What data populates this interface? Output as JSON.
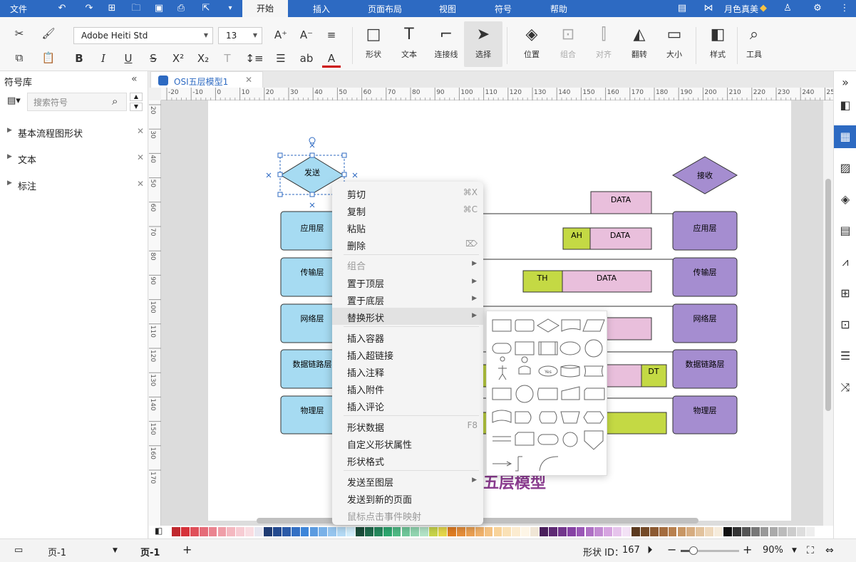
{
  "menu_bar": {
    "file": "文件",
    "tabs": [
      {
        "label": "开始",
        "active": true
      },
      {
        "label": "插入",
        "active": false
      },
      {
        "label": "页面布局",
        "active": false
      },
      {
        "label": "视图",
        "active": false
      },
      {
        "label": "符号",
        "active": false
      },
      {
        "label": "帮助",
        "active": false
      }
    ],
    "user_name": "月色真美"
  },
  "ribbon": {
    "font_name": "Adobe Heiti Std",
    "font_size": "13",
    "tools": {
      "shape": "形状",
      "text": "文本",
      "connector": "连接线",
      "select": "选择",
      "position": "位置",
      "group": "组合",
      "align": "对齐",
      "flip": "翻转",
      "size": "大小",
      "style": "样式",
      "tools": "工具"
    }
  },
  "left_panel": {
    "title": "符号库",
    "search_placeholder": "搜索符号",
    "libraries": [
      "基本流程图形状",
      "文本",
      "标注"
    ]
  },
  "document_tab": {
    "name": "OSI五层模型1"
  },
  "rulers": {
    "top": [
      "-20",
      "-10",
      "0",
      "10",
      "20",
      "30",
      "40",
      "50",
      "60",
      "70",
      "80",
      "90",
      "100",
      "110",
      "120",
      "130",
      "140",
      "150",
      "160",
      "170",
      "180",
      "190",
      "200",
      "210",
      "220",
      "230",
      "240",
      "25"
    ],
    "left": [
      "20",
      "30",
      "40",
      "50",
      "60",
      "70",
      "80",
      "90",
      "100",
      "110",
      "120",
      "130",
      "140",
      "150",
      "160",
      "170"
    ]
  },
  "diagram": {
    "send": "发送",
    "receive": "接收",
    "left_layers": [
      "应用层",
      "传输层",
      "网络层",
      "数据链路层",
      "物理层"
    ],
    "right_layers": [
      "应用层",
      "传输层",
      "网络层",
      "数据链路层",
      "物理层"
    ],
    "data_label": "DATA",
    "ah_label": "AH",
    "th_label": "TH",
    "dt_label": "DT",
    "title_visible": "五层模型",
    "colors": {
      "left_layer_fill": "#a6dbf2",
      "right_layer_fill": "#a58dd0",
      "data_fill": "#e9bfdc",
      "header_fill": "#c4d944",
      "title_color": "#8a3b8f"
    }
  },
  "context_menu": {
    "items": [
      {
        "label": "剪切",
        "shortcut": "⌘X",
        "disabled": false
      },
      {
        "label": "复制",
        "shortcut": "⌘C",
        "disabled": false
      },
      {
        "label": "粘贴",
        "shortcut": "",
        "disabled": false
      },
      {
        "label": "删除",
        "shortcut": "⌦",
        "disabled": false
      },
      {
        "label": "组合",
        "shortcut": "",
        "disabled": true,
        "submenu": true
      },
      {
        "label": "置于顶层",
        "shortcut": "",
        "disabled": false,
        "submenu": true
      },
      {
        "label": "置于底层",
        "shortcut": "",
        "disabled": false,
        "submenu": true
      },
      {
        "label": "替换形状",
        "shortcut": "",
        "disabled": false,
        "submenu": true,
        "highlighted": true
      },
      {
        "label": "插入容器",
        "shortcut": "",
        "disabled": false
      },
      {
        "label": "插入超链接",
        "shortcut": "",
        "disabled": false
      },
      {
        "label": "插入注释",
        "shortcut": "",
        "disabled": false
      },
      {
        "label": "插入附件",
        "shortcut": "",
        "disabled": false
      },
      {
        "label": "插入评论",
        "shortcut": "",
        "disabled": false
      },
      {
        "label": "形状数据",
        "shortcut": "F8",
        "disabled": false
      },
      {
        "label": "自定义形状属性",
        "shortcut": "",
        "disabled": false
      },
      {
        "label": "形状格式",
        "shortcut": "",
        "disabled": false
      },
      {
        "label": "发送至图层",
        "shortcut": "",
        "disabled": false,
        "submenu": true
      },
      {
        "label": "发送到新的页面",
        "shortcut": "",
        "disabled": false
      },
      {
        "label": "鼠标点击事件映射",
        "shortcut": "",
        "disabled": true
      }
    ],
    "submenu_yes_label": "Yes"
  },
  "status_bar": {
    "page_selector": "页-1",
    "page_tab": "页-1",
    "shape_id_label": "形状 ID：",
    "shape_id": "167",
    "zoom": "90%",
    "zoom_fraction": 0.22
  },
  "palette_colors": [
    "#c0282e",
    "#d6323a",
    "#e0505a",
    "#e56b78",
    "#ea8490",
    "#ef9ea8",
    "#f4b8c0",
    "#f7ccd3",
    "#f9dde2",
    "#e6e6f0",
    "#1f3b73",
    "#244a8f",
    "#2c5ba8",
    "#3470c4",
    "#3d85d9",
    "#5b9be0",
    "#79b1e8",
    "#97c6ef",
    "#b5dbf6",
    "#d3eefc",
    "#1a4d3a",
    "#1f6b4c",
    "#268a5e",
    "#2ea870",
    "#4fba85",
    "#70c89b",
    "#92d6b1",
    "#b3e4c7",
    "#c8d44a",
    "#e6d84a",
    "#e07d22",
    "#e68e3a",
    "#eba052",
    "#f0b16a",
    "#f4c282",
    "#f8d39a",
    "#fae1b6",
    "#fcecd0",
    "#fdf5e6",
    "#f0e6d6",
    "#4a1f5c",
    "#5e2a74",
    "#72368c",
    "#8642a4",
    "#9a57b6",
    "#ae70c4",
    "#c28ad2",
    "#d6a4e0",
    "#e6c4ec",
    "#f3e2f6",
    "#5c3a1f",
    "#744a28",
    "#8c5a32",
    "#a46c3e",
    "#b8804e",
    "#c89664",
    "#d6ac80",
    "#e2c29c",
    "#eed8bc",
    "#f6ecdc",
    "#111111",
    "#333333",
    "#555555",
    "#777777",
    "#999999",
    "#aaaaaa",
    "#bbbbbb",
    "#cccccc",
    "#dddddd",
    "#eeeeee"
  ]
}
